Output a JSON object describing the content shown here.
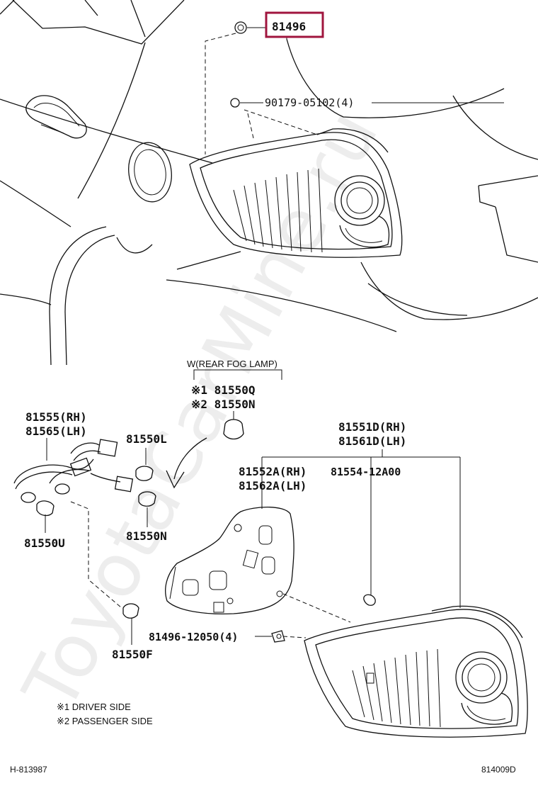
{
  "highlight_color": "#a0153e",
  "watermark": "ToyotaCarMine.ru",
  "labels": {
    "p81496": "81496",
    "p90179": "90179-05102(4)",
    "fog_header": "W(REAR FOG LAMP)",
    "p81550q": "※1 81550Q",
    "p81550n_fog": "※2 81550N",
    "p81555": "81555(RH)",
    "p81565": "81565(LH)",
    "p81550l": "81550L",
    "p81551d": "81551D(RH)",
    "p81561d": "81561D(LH)",
    "p81552a": "81552A(RH)",
    "p81562a": "81562A(LH)",
    "p81554": "81554-12A00",
    "p81550n": "81550N",
    "p81550u": "81550U",
    "p81496_12050": "81496-12050(4)",
    "p81550f": "81550F"
  },
  "notes": {
    "driver": "※1 DRIVER SIDE",
    "passenger": "※2 PASSENGER SIDE"
  },
  "codes": {
    "left": "H-813987",
    "right": "814009D"
  }
}
